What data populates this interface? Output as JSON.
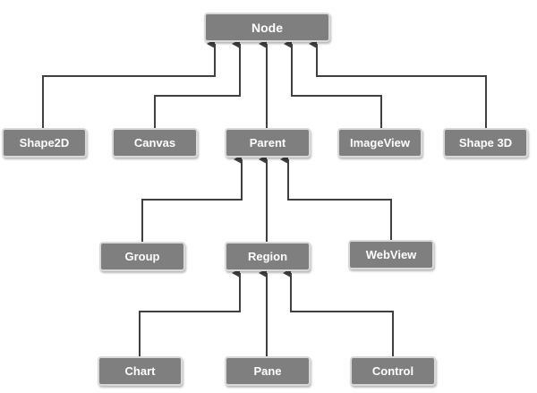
{
  "diagram": {
    "type": "class-hierarchy",
    "nodes": {
      "node": "Node",
      "shape2d": "Shape2D",
      "canvas": "Canvas",
      "parent": "Parent",
      "imageview": "ImageView",
      "shape3d": "Shape 3D",
      "group": "Group",
      "region": "Region",
      "webview": "WebView",
      "chart": "Chart",
      "pane": "Pane",
      "control": "Control"
    },
    "edges": [
      {
        "from": "shape2d",
        "to": "node"
      },
      {
        "from": "canvas",
        "to": "node"
      },
      {
        "from": "parent",
        "to": "node"
      },
      {
        "from": "imageview",
        "to": "node"
      },
      {
        "from": "shape3d",
        "to": "node"
      },
      {
        "from": "group",
        "to": "parent"
      },
      {
        "from": "region",
        "to": "parent"
      },
      {
        "from": "webview",
        "to": "parent"
      },
      {
        "from": "chart",
        "to": "region"
      },
      {
        "from": "pane",
        "to": "region"
      },
      {
        "from": "control",
        "to": "region"
      }
    ],
    "colors": {
      "node_fill": "#7f7f7f",
      "node_border": "#d9d9d9",
      "node_text": "#ffffff",
      "connector": "#404040"
    }
  }
}
